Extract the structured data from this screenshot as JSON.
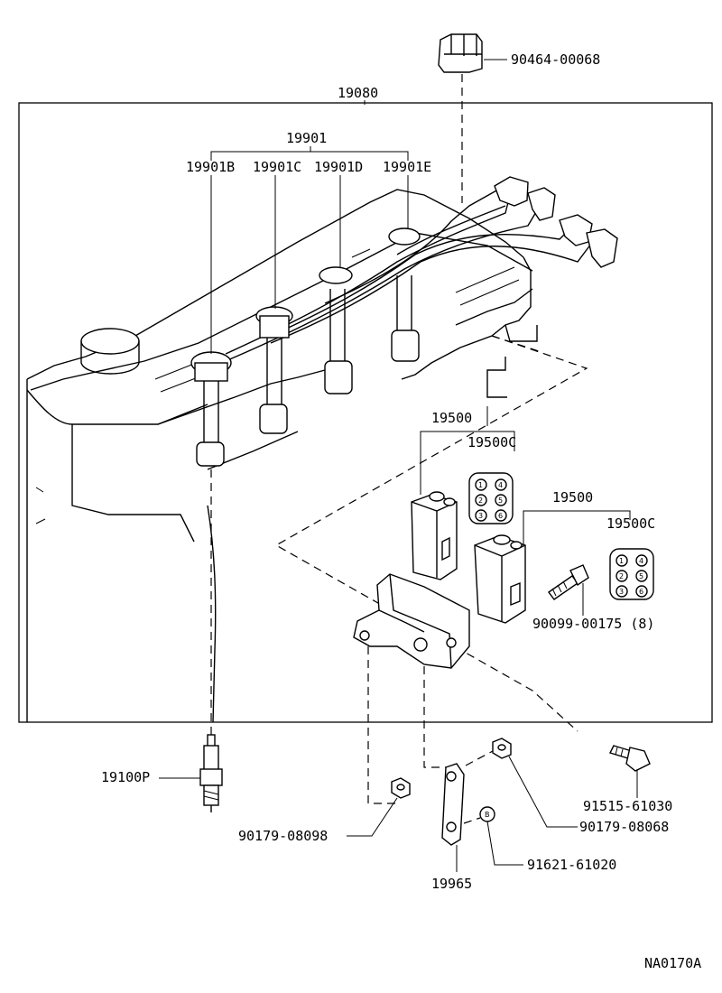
{
  "labels": {
    "clamp": "90464-00068",
    "cord_set": "19080",
    "cord_group": "19901",
    "cord_b": "19901B",
    "cord_c": "19901C",
    "cord_d": "19901D",
    "cord_e": "19901E",
    "coil_1": "19500",
    "coil_1_c": "19500C",
    "coil_2": "19500",
    "coil_2_c": "19500C",
    "bolt_coil": "90099-00175 (8)",
    "spark_plug": "19100P",
    "bolt_lower": "91515-61030",
    "nut_right": "90179-08068",
    "nut_left": "90179-08098",
    "circled_b": "91621-61020",
    "bracket": "19965",
    "diagram_id": "NA0170A"
  },
  "coil_pin_sets": [
    {
      "left": [
        "1",
        "2",
        "3"
      ],
      "right": [
        "4",
        "5",
        "6"
      ]
    },
    {
      "left": [
        "1",
        "2",
        "3"
      ],
      "right": [
        "4",
        "5",
        "6"
      ]
    }
  ],
  "circle_mark": "B"
}
